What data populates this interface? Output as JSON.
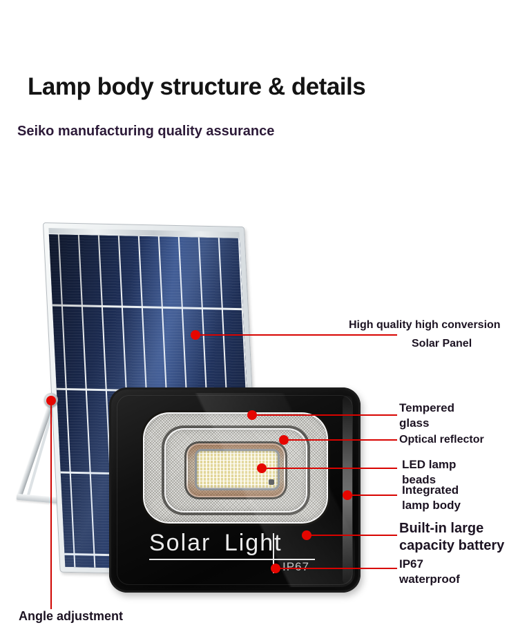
{
  "header": {
    "title": "Lamp body structure & details",
    "subtitle": "Seiko manufacturing quality assurance"
  },
  "lamp": {
    "brand": "Solar Light",
    "rating": "IP67"
  },
  "callouts": {
    "solar_panel": {
      "line1": "High quality high conversion",
      "line2": "Solar Panel"
    },
    "tempered_glass": {
      "line1": "Tempered",
      "line2": "glass"
    },
    "optical_reflector": {
      "line1": "Optical reflector"
    },
    "led_lamp_beads": {
      "line1": "LED lamp",
      "line2": "beads"
    },
    "integrated_lamp_body": {
      "line1": "Integrated",
      "line2": "lamp body"
    },
    "built_in_battery": {
      "line1": "Built-in large",
      "line2": "capacity battery"
    },
    "ip67_waterproof": {
      "line1": "IP67",
      "line2": "waterproof"
    },
    "angle_adjustment": {
      "line1": "Angle adjustment"
    }
  },
  "colors": {
    "accent_red": "#e50600",
    "title_text": "#141414",
    "subtitle_text": "#2c1a38",
    "label_text": "#1c1322",
    "panel_cell_blue": "#1d2c50",
    "lamp_body_black": "#0b0b0b",
    "led_panel_cream": "#faf4da"
  }
}
